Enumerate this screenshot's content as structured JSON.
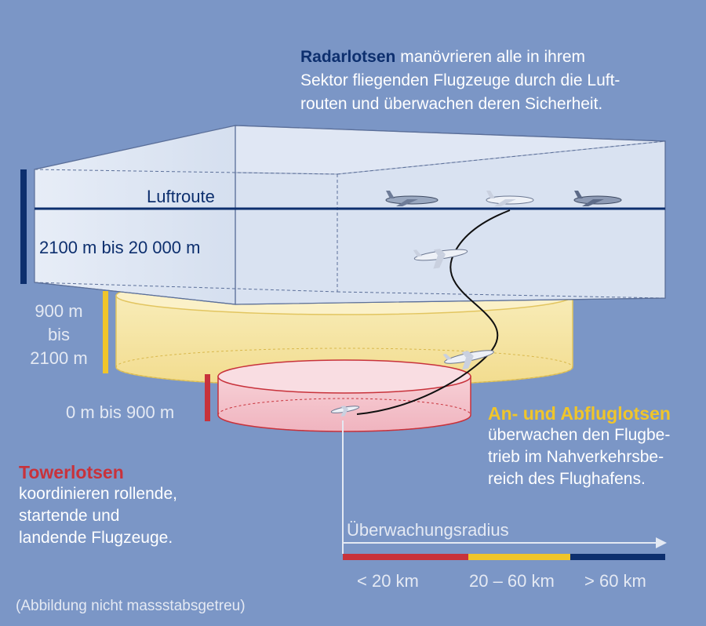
{
  "radar": {
    "title": "Radarlotsen",
    "line1_rest": "manövrieren alle in ihrem",
    "line2": "Sektor fliegenden Flugzeuge durch die Luft-",
    "line3": "routen und überwachen deren Sicherheit."
  },
  "airway": {
    "label": "Luftroute",
    "altitude": "2100 m bis 20 000 m"
  },
  "approach_zone": {
    "alt_line1": "900 m",
    "alt_line2": "bis",
    "alt_line3": "2100 m"
  },
  "tower_zone": {
    "altitude": "0 m bis 900 m"
  },
  "tower": {
    "title": "Towerlotsen",
    "line1": "koordinieren rollende,",
    "line2": "startende und",
    "line3": "landende Flugzeuge."
  },
  "approach": {
    "title": "An- und Abfluglotsen",
    "line1": "überwachen den Flugbe-",
    "line2": "trieb im Nahverkehrsbe-",
    "line3": "reich des Flughafens."
  },
  "radius": {
    "label": "Überwachungsradius",
    "seg1": "< 20 km",
    "seg2": "20 – 60 km",
    "seg3": "> 60 km"
  },
  "note": "(Abbildung nicht massstabsgetreu)",
  "colors": {
    "background": "#7b96c6",
    "radar_blue": "#0d2f6e",
    "approach_yellow": "#f0c52a",
    "tower_red": "#c8323b"
  }
}
